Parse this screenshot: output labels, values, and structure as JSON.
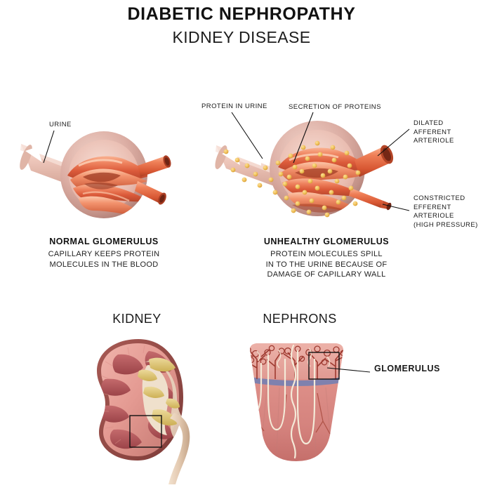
{
  "title": {
    "main": "DIABETIC NEPHROPATHY",
    "sub": "KIDNEY DISEASE"
  },
  "normal_glomerulus": {
    "annotations": [
      {
        "name": "urine",
        "text": "URINE"
      }
    ],
    "caption_title": "NORMAL GLOMERULUS",
    "caption_lines": [
      "CAPILLARY KEEPS PROTEIN",
      "MOLECULES IN THE BLOOD"
    ]
  },
  "unhealthy_glomerulus": {
    "annotations": [
      {
        "name": "protein-in-urine",
        "text": "PROTEIN IN URINE"
      },
      {
        "name": "secretion-of-proteins",
        "text": "SECRETION OF PROTEINS"
      }
    ],
    "dilated_afferent_lines": [
      "DILATED",
      "AFFERENT",
      "ARTERIOLE"
    ],
    "constricted_efferent_lines": [
      "CONSTRICTED",
      "EFFERENT",
      "ARTERIOLE",
      "(HIGH PRESSURE)"
    ],
    "caption_title": "UNHEALTHY GLOMERULUS",
    "caption_lines": [
      "PROTEIN MOLECULES SPILL",
      "IN TO THE URINE BECAUSE OF",
      "DAMAGE OF CAPILLARY WALL"
    ]
  },
  "lower": {
    "kidney_heading": "KIDNEY",
    "nephrons_heading": "NEPHRONS",
    "glomerulus_label": "GLOMERULUS"
  },
  "colors": {
    "background": "#ffffff",
    "text": "#1a1a1a",
    "capsule_outer": "#c09289",
    "capsule_inner": "#e8bdb2",
    "capillary_red": "#e0603f",
    "capillary_light": "#f6a183",
    "protein_dot": "#f2c45f",
    "protein_dot_edge": "#d9a33c",
    "tubule_pale": "#eec9bf",
    "kidney_cortex": "#e9a39c",
    "kidney_medulla": "#b5545a",
    "kidney_fat": "#d8c27a",
    "nephron_vein_blue": "#6e7fb5",
    "leader_line": "#111111"
  }
}
